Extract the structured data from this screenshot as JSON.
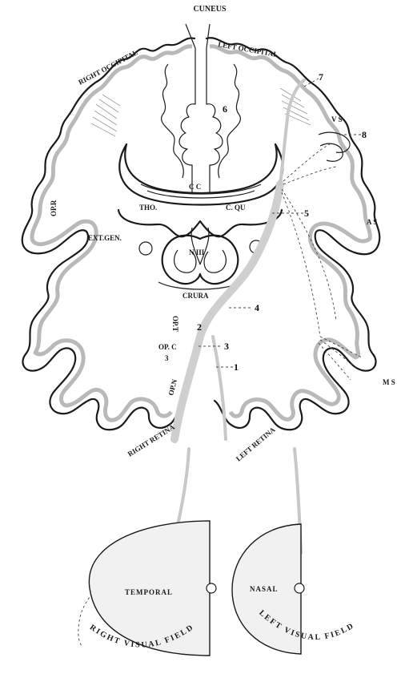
{
  "labels": {
    "cuneus": "CUNEUS",
    "right_occipital": "RIGHT OCCIPITAL",
    "left_occipital": "LEFT OCCIPITAL",
    "num_6": "6",
    "num_7": "7",
    "vs": "V S",
    "num_8": "8",
    "cc": "C C",
    "opr": "OP.R",
    "tho": "THO.",
    "cqu": "C. QU",
    "num_5": "5",
    "as": "A S",
    "ext_gen": "EXT.GEN.",
    "n_iii": "N III",
    "crura": "CRURA",
    "num_4": "4",
    "op_t": "OP.T",
    "num_2": "2",
    "num_3": "3",
    "op_c": "OP. C",
    "num_3b": "3",
    "num_1": "1",
    "op_n": "OP.N",
    "ms": "M S",
    "right_retina": "RIGHT RETINA",
    "left_retina": "LEFT RETINA",
    "temporal": "TEMPORAL",
    "nasal": "NASAL",
    "right_visual_field": "RIGHT VISUAL FIELD",
    "left_visual_field": "LEFT VISUAL FIELD"
  }
}
